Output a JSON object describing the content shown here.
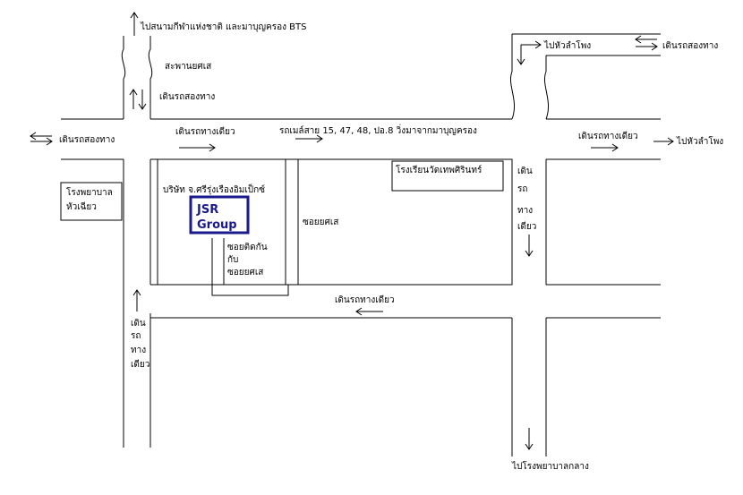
{
  "labels": {
    "top_north": "ไปสนามกีฬาแห่งชาติ และมาบุญครอง BTS",
    "bridge": "สะพานยศเส",
    "two_way_north": "เดินรถสองทาง",
    "hua_lamphong_top": "ไปหัวลำโพง",
    "two_way_right": "เดินรถสองทาง",
    "two_way_left": "เดินรถสองทาง",
    "one_way_top_left": "เดินรถทางเดียว",
    "bus_route": "รถเมล์สาย 15, 47, 48, ปอ.8 วิ่งมาจากมาบุญครอง",
    "one_way_top_right": "เดินรถทางเดียว",
    "hua_lamphong_right": "ไปหัวลำโพง",
    "hospital_line1": "โรงพยาบาล",
    "hospital_line2": "หัวเฉียว",
    "company": "บริษัท จ.ศรีรุ่งเรืองอิมเป็กซ์",
    "jsr_line1": "JSR",
    "jsr_line2": "Group",
    "soi_adjacent_1": "ซอยติดกัน",
    "soi_adjacent_2": "กับ",
    "soi_adjacent_3": "ซอยยศเส",
    "soi_yotse": "ซอยยศเส",
    "school": "โรงเรียนวัดเทพศิรินทร์",
    "oneway_v_right_1": "เดิน",
    "oneway_v_right_2": "รถ",
    "oneway_v_right_3": "ทาง",
    "oneway_v_right_4": "เดียว",
    "one_way_middle": "เดินรถทางเดียว",
    "oneway_v_left_1": "เดิน",
    "oneway_v_left_2": "รถ",
    "oneway_v_left_3": "ทาง",
    "oneway_v_left_4": "เดียว",
    "klang_hospital": "ไปโรงพยาบาลกลาง"
  },
  "colors": {
    "jsr_accent": "#1a1a8c",
    "ink": "#000000"
  }
}
